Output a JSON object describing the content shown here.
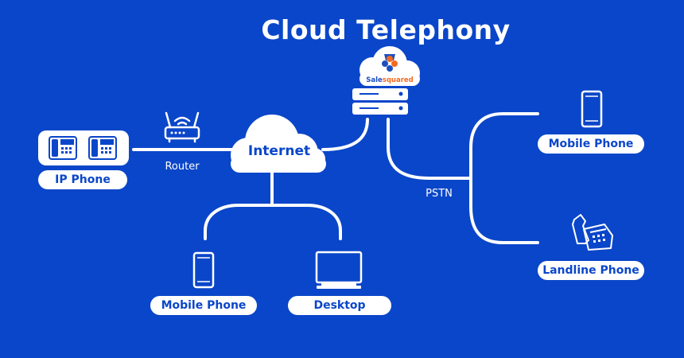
{
  "title": "Cloud Telephony",
  "colors": {
    "background": "#0a46c9",
    "foreground": "#ffffff",
    "logo_orange": "#f26a21",
    "logo_blue": "#1b4fc1"
  },
  "brand": {
    "part1": "Sale",
    "part2": "squared"
  },
  "nodes": {
    "ip_phone": {
      "label": "IP Phone",
      "icon": "ip-desk-phone-icon"
    },
    "router": {
      "label": "Router",
      "icon": "wifi-router-icon"
    },
    "internet": {
      "label": "Internet",
      "icon": "cloud-icon"
    },
    "cloud_server": {
      "icon": "server-icon"
    },
    "pstn": {
      "label": "PSTN"
    },
    "mobile_phone_bottom": {
      "label": "Mobile Phone",
      "icon": "smartphone-icon"
    },
    "desktop": {
      "label": "Desktop",
      "icon": "monitor-icon"
    },
    "mobile_phone_right": {
      "label": "Mobile Phone",
      "icon": "smartphone-icon"
    },
    "landline_phone": {
      "label": "Landline Phone",
      "icon": "landline-phone-icon"
    }
  }
}
